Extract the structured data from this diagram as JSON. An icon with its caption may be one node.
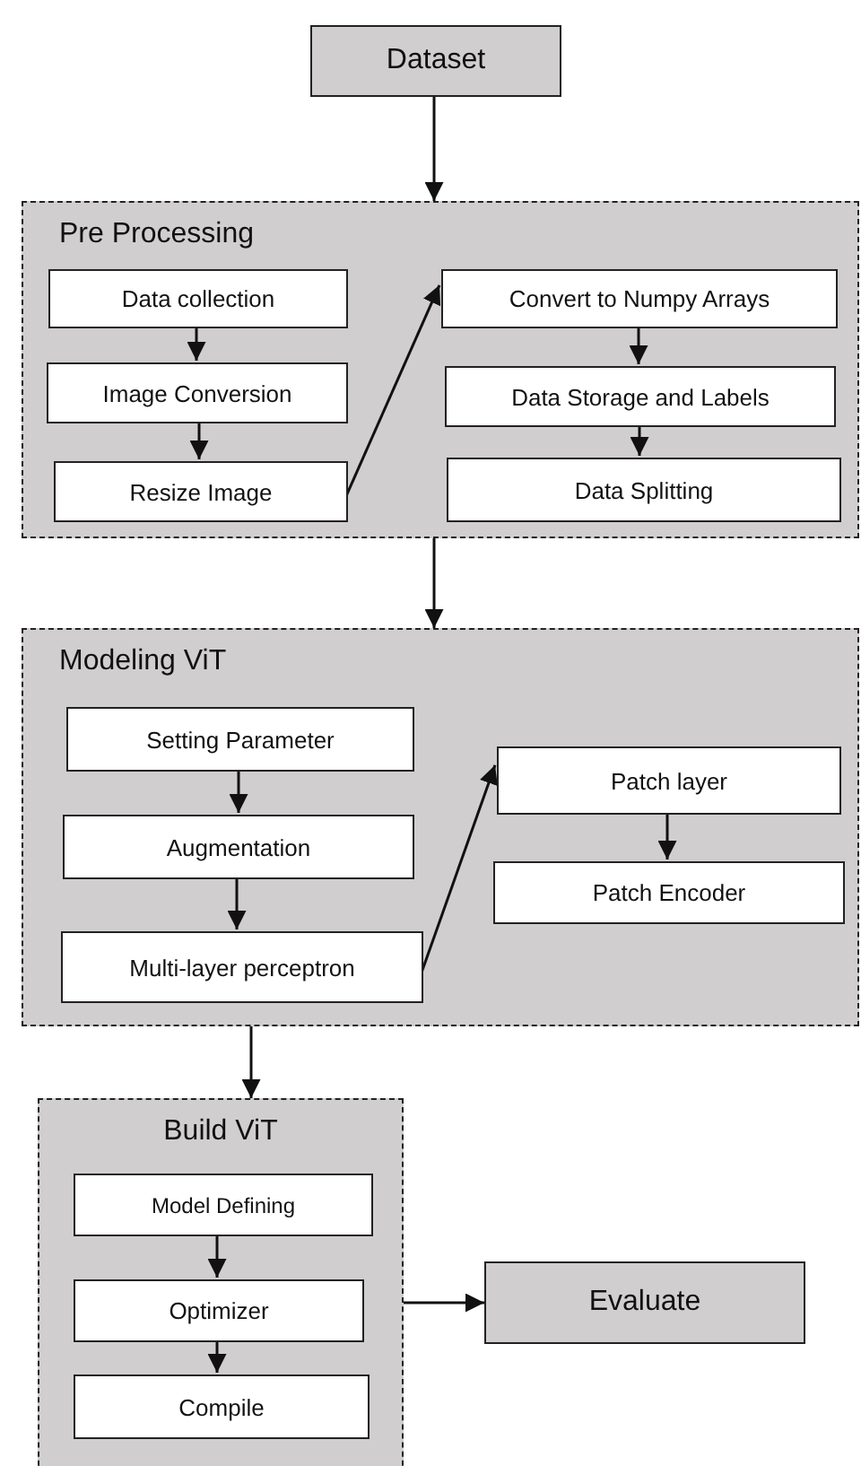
{
  "diagram": {
    "nodes": [
      {
        "text": [
          "Dataset"
        ]
      },
      {
        "text": [
          "Pre Processing"
        ]
      },
      {
        "text": [
          "Data collection"
        ],
        "in": 1
      },
      {
        "text": [
          "Image Conversion"
        ],
        "in": 1
      },
      {
        "text": [
          "Resize Image"
        ],
        "in": 1
      },
      {
        "text": [
          "Convert to Numpy Arrays"
        ],
        "in": 1
      },
      {
        "text": [
          "Data Storage and Labels"
        ],
        "in": 1
      },
      {
        "text": [
          "Data Splitting"
        ],
        "in": 1
      },
      {
        "text": [
          "Modeling ViT"
        ]
      },
      {
        "text": [
          "Setting Parameter"
        ],
        "in": 8
      },
      {
        "text": [
          "Augmentation"
        ],
        "in": 8
      },
      {
        "text": [
          "Multi-layer perceptron"
        ],
        "in": 8
      },
      {
        "text": [
          "Patch layer"
        ],
        "in": 8
      },
      {
        "text": [
          "Patch Encoder"
        ],
        "in": 8
      },
      {
        "text": [
          "Build ViT"
        ]
      },
      {
        "text": [
          "Model Defining"
        ],
        "in": 14
      },
      {
        "text": [
          "Optimizer"
        ],
        "in": 14
      },
      {
        "text": [
          "Compile"
        ],
        "in": 14
      },
      {
        "text": [
          "Evaluate"
        ]
      }
    ],
    "edges": [
      {
        "from": 0,
        "to": 1,
        "arrow": "to"
      },
      {
        "from": 2,
        "to": 3,
        "arrow": "to"
      },
      {
        "from": 3,
        "to": 4,
        "arrow": "to"
      },
      {
        "from": 4,
        "to": 5,
        "arrow": "to"
      },
      {
        "from": 5,
        "to": 6,
        "arrow": "to"
      },
      {
        "from": 6,
        "to": 7,
        "arrow": "to"
      },
      {
        "from": 1,
        "to": 8,
        "arrow": "to"
      },
      {
        "from": 9,
        "to": 10,
        "arrow": "to"
      },
      {
        "from": 10,
        "to": 11,
        "arrow": "to"
      },
      {
        "from": 11,
        "to": 12,
        "arrow": "to"
      },
      {
        "from": 12,
        "to": 13,
        "arrow": "to"
      },
      {
        "from": 8,
        "to": 14,
        "arrow": "to"
      },
      {
        "from": 15,
        "to": 16,
        "arrow": "to"
      },
      {
        "from": 16,
        "to": 17,
        "arrow": "to"
      },
      {
        "from": 14,
        "to": 18,
        "arrow": "to"
      }
    ]
  }
}
